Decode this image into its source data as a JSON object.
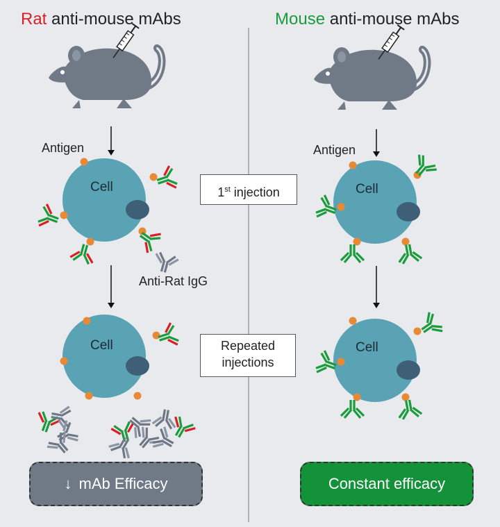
{
  "left": {
    "title_species": "Rat",
    "title_rest": " anti-mouse mAbs",
    "antigen_label": "Antigen",
    "cell_label_1": "Cell",
    "cell_label_2": "Cell",
    "anti_rat_label": "Anti-Rat IgG",
    "result_arrow": "↓",
    "result_label": "mAb Efficacy"
  },
  "right": {
    "title_species": "Mouse",
    "title_rest": " anti-mouse mAbs",
    "antigen_label": "Antigen",
    "cell_label_1": "Cell",
    "cell_label_2": "Cell",
    "result_label": "Constant efficacy"
  },
  "center": {
    "first_injection_prefix": "1",
    "first_injection_sup": "st",
    "first_injection_rest": " injection",
    "repeated_line1": "Repeated",
    "repeated_line2": "injections"
  },
  "colors": {
    "background": "#e9eaee",
    "cell": "#5aa3b5",
    "nucleus": "#3f5f76",
    "antigen": "#e88a35",
    "mouse": "#6f7a86",
    "rat_antibody": "#d81f26",
    "mouse_antibody": "#1a9b3c",
    "anti_rat_igg": "#8b94a3",
    "left_result": "#6f7a86",
    "right_result": "#13923a"
  }
}
